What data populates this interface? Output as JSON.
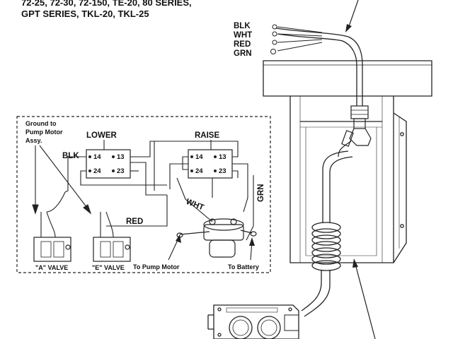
{
  "header": {
    "line1": "72-25, 72-30, 72-150, TE-20, 80 SERIES,",
    "line2": "GPT SERIES, TKL-20, TKL-25"
  },
  "cable_colors": [
    "BLK",
    "WHT",
    "RED",
    "GRN"
  ],
  "switches": {
    "lower": {
      "title": "LOWER",
      "terminals": [
        "14",
        "13",
        "24",
        "23"
      ]
    },
    "raise": {
      "title": "RAISE",
      "terminals": [
        "14",
        "13",
        "24",
        "23"
      ]
    }
  },
  "ground_note": [
    "Ground to",
    "Pump Motor",
    "Assy."
  ],
  "wires": {
    "blk": "BLK",
    "red": "RED",
    "wht": "WHT",
    "grn": "GRN"
  },
  "valves": {
    "a": "\"A\" VALVE",
    "e": "\"E\" VALVE"
  },
  "destinations": {
    "pump_motor": "To Pump Motor",
    "battery": "To Battery"
  }
}
